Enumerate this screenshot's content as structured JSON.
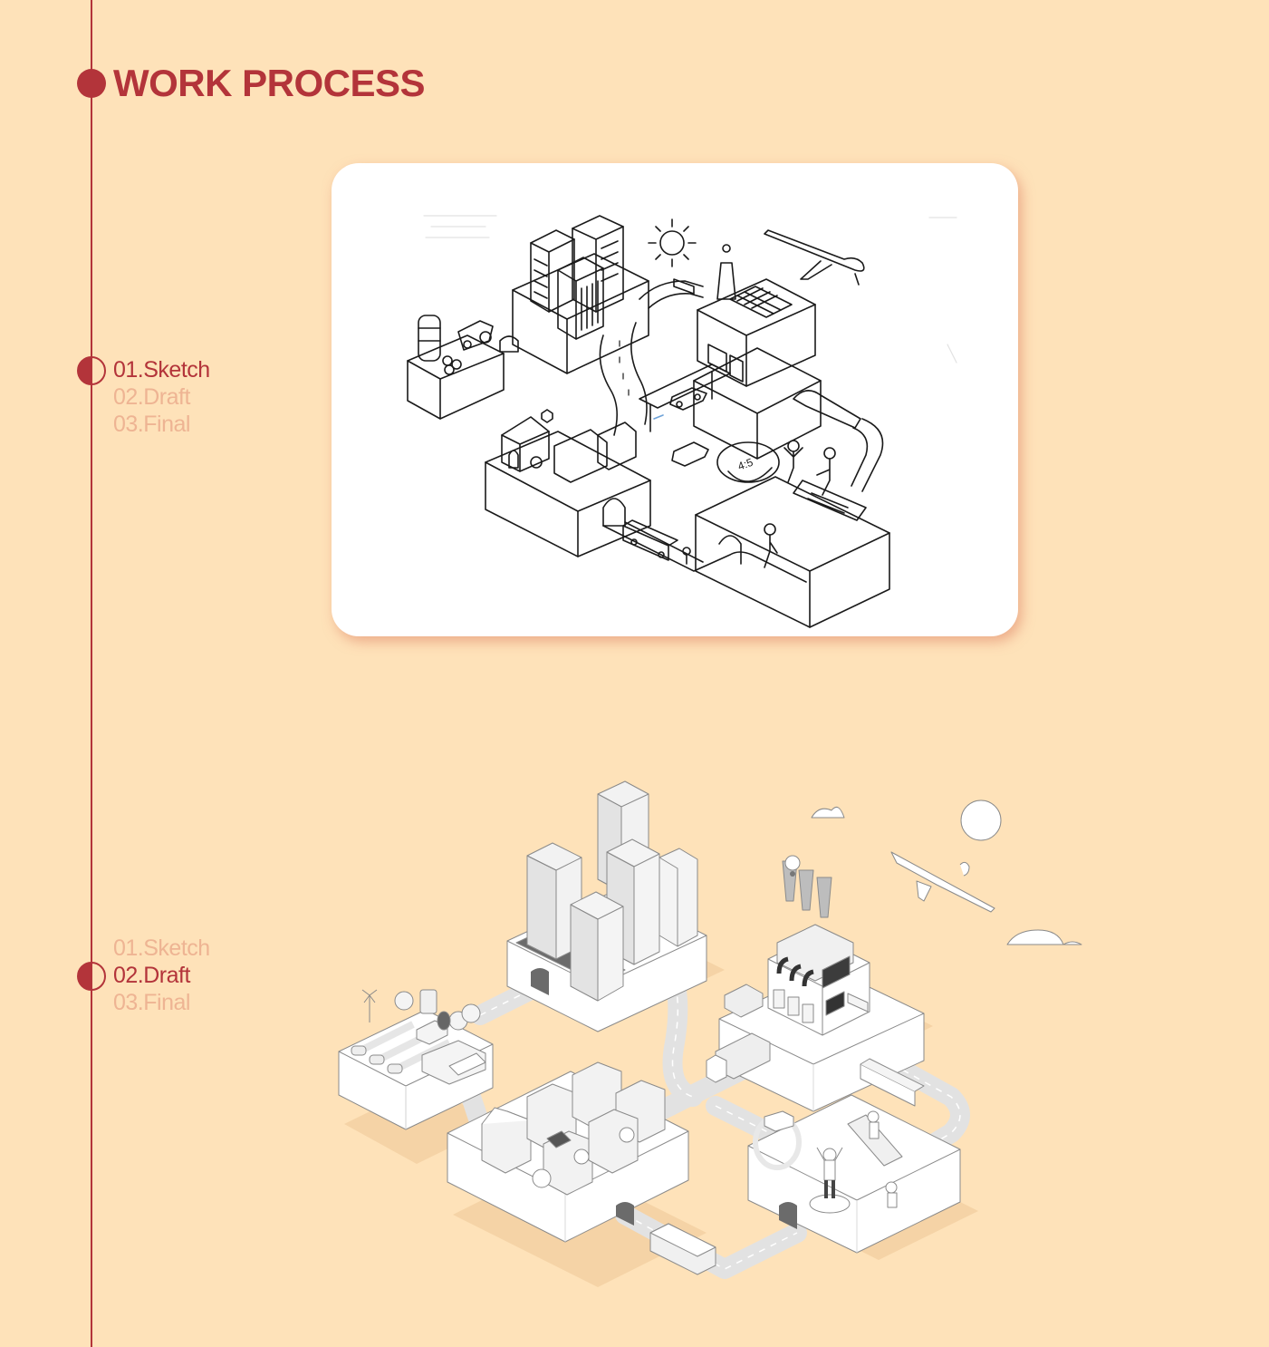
{
  "header": {
    "title": "WORK PROCESS"
  },
  "sections": [
    {
      "id": "sketch",
      "steps": [
        {
          "label": "01.Sketch",
          "active": true
        },
        {
          "label": "02.Draft",
          "active": false
        },
        {
          "label": "03.Final",
          "active": false
        }
      ],
      "artwork": {
        "type": "hand-drawn-sketch",
        "description": "Isometric city sketch: skyscrapers, farm with tractor and silo, factory with solar roof, houses, bus, cars on bridge, airplane, sun, people on treadmill and smartwatch"
      }
    },
    {
      "id": "draft",
      "steps": [
        {
          "label": "01.Sketch",
          "active": false
        },
        {
          "label": "02.Draft",
          "active": true
        },
        {
          "label": "03.Final",
          "active": false
        }
      ],
      "artwork": {
        "type": "isometric-grayscale-illustration",
        "description": "Isometric grayscale city draft: towers block, farm with windmill and pickup truck, factory with chimneys and lightbulb, houses with solar panel, van, truck, fitness block with people and smartwatch, clouds, sun, airplane"
      }
    }
  ],
  "colors": {
    "background": "#fee2b9",
    "accent": "#b3343a",
    "inactive_step": "#eeb493",
    "card": "#ffffff",
    "draft_road": "#e3e3e3",
    "draft_dark": "#6b6b6b"
  }
}
